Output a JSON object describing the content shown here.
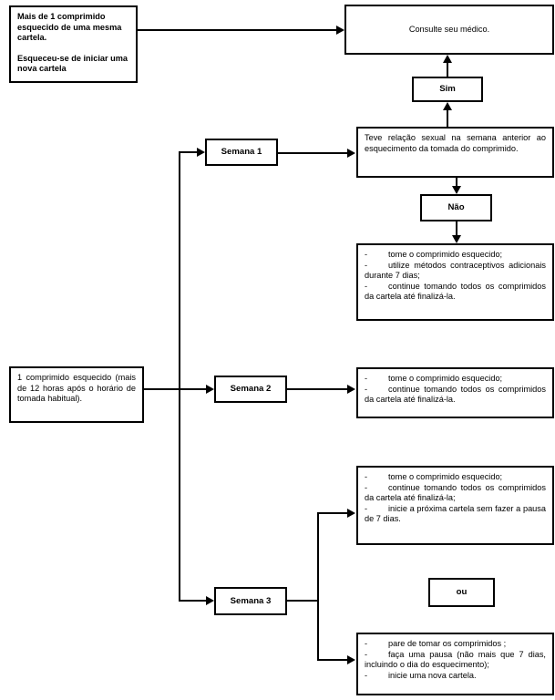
{
  "diagram": {
    "title": "Fluxograma de esquecimento de comprimido",
    "line_color": "#000000",
    "background_color": "#ffffff"
  },
  "nodes": {
    "missed_multiple": {
      "line1": "Mais de 1 comprimido esquecido de uma mesma cartela.",
      "line2": "Esqueceu-se de iniciar uma nova cartela"
    },
    "consult_doctor": {
      "text": "Consulte seu médico."
    },
    "yes": {
      "text": "Sim"
    },
    "no": {
      "text": "Não"
    },
    "question_sex": {
      "text": "Teve relação sexual na semana anterior ao esquecimento da tomada do comprimido."
    },
    "missed_one": {
      "text": "1 comprimido esquecido (mais de 12 horas após o horário de tomada habitual)."
    },
    "week1": {
      "text": "Semana 1"
    },
    "week2": {
      "text": "Semana 2"
    },
    "week3": {
      "text": "Semana 3"
    },
    "or": {
      "text": "ou"
    },
    "advice_week1_no": {
      "bullets": [
        "tome o comprimido esquecido;",
        "utilize métodos contraceptivos adicionais durante 7 dias;",
        "continue tomando todos os comprimidos da cartela até finalizá-la."
      ]
    },
    "advice_week2": {
      "bullets": [
        "tome o comprimido esquecido;",
        "continue tomando todos os comprimidos da cartela até finalizá-la."
      ]
    },
    "advice_week3_a": {
      "bullets": [
        "tome o comprimido esquecido;",
        "continue tomando todos os comprimidos da cartela até finalizá-la;",
        "inicie a próxima cartela sem fazer a pausa de 7 dias."
      ]
    },
    "advice_week3_b": {
      "bullets": [
        "pare de tomar os comprimidos ;",
        "faça uma pausa (não mais que 7 dias, incluindo o dia do esquecimento);",
        "inicie uma nova cartela."
      ]
    }
  },
  "bullet_marker": "-"
}
